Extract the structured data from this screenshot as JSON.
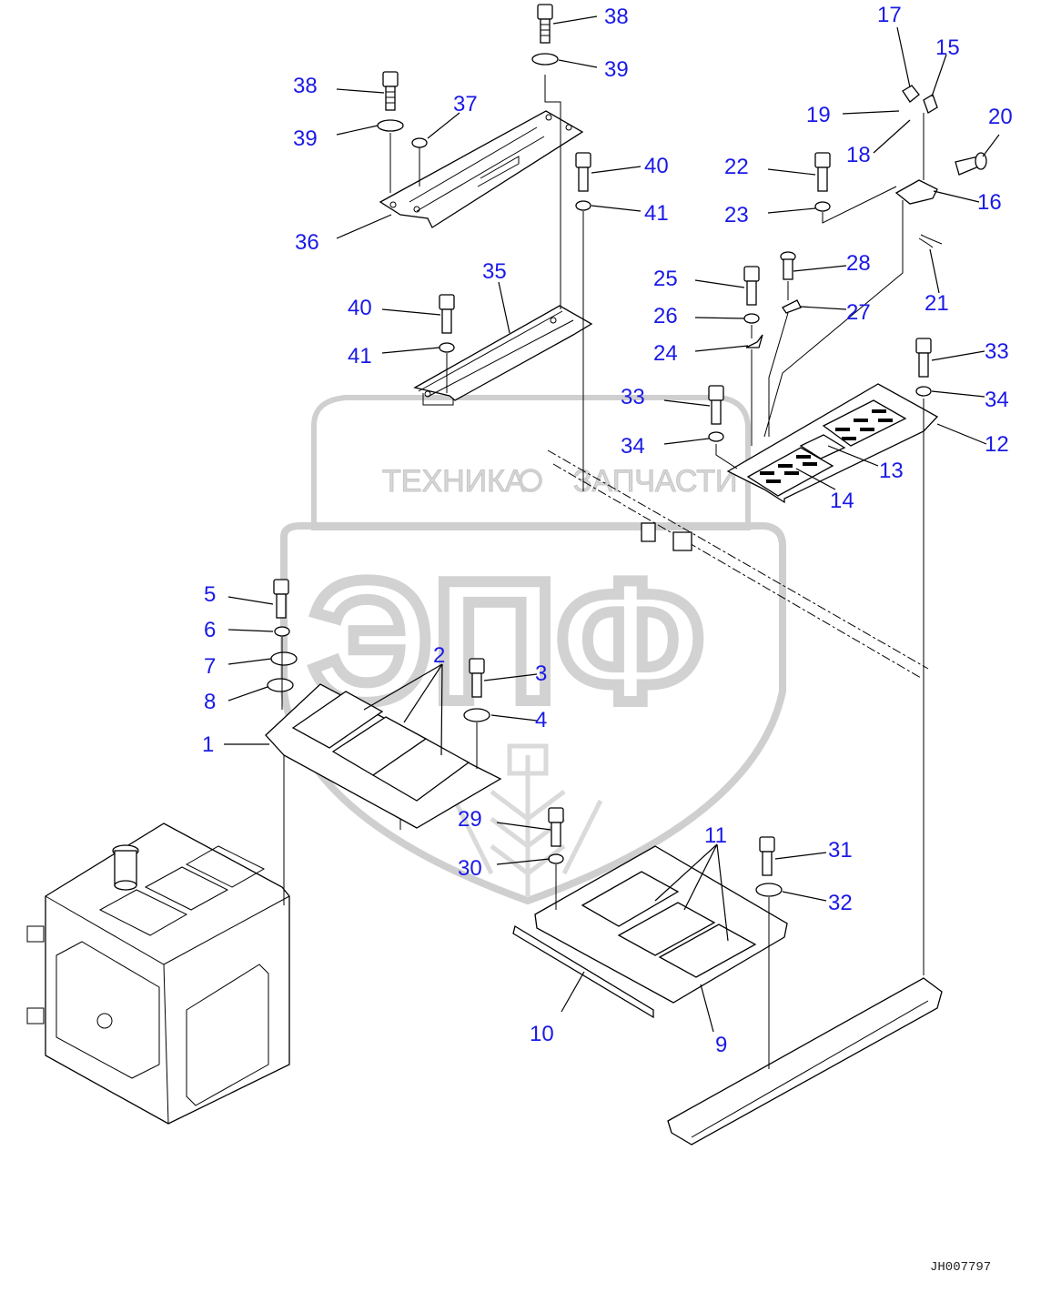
{
  "watermark": {
    "top_line_left": "ТЕХНИКА",
    "top_line_right": "ЗАПЧАСТИ",
    "logo_letters": "ЭПФ"
  },
  "drawing_code": "JH007797",
  "callouts": [
    "1",
    "2",
    "3",
    "4",
    "5",
    "6",
    "7",
    "8",
    "9",
    "10",
    "11",
    "12",
    "13",
    "14",
    "15",
    "16",
    "17",
    "18",
    "19",
    "20",
    "21",
    "22",
    "23",
    "24",
    "25",
    "26",
    "27",
    "28",
    "29",
    "30",
    "31",
    "32",
    "33",
    "34",
    "35",
    "36",
    "37",
    "38",
    "39",
    "40",
    "41"
  ]
}
